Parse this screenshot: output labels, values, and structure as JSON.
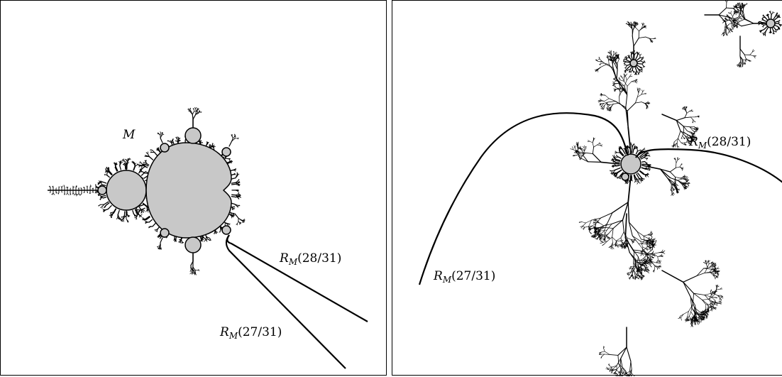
{
  "left_panel": {
    "set_label": "M",
    "ray_a": {
      "symbol": "R",
      "subscript": "M",
      "angle": "(28/31)"
    },
    "ray_b": {
      "symbol": "R",
      "subscript": "M",
      "angle": "(27/31)"
    }
  },
  "right_panel": {
    "ray_a": {
      "symbol": "R",
      "subscript": "M",
      "angle": "(28/31)"
    },
    "ray_b": {
      "symbol": "R",
      "subscript": "M",
      "angle": "(27/31)"
    }
  },
  "colors": {
    "set_fill": "#c8c8c8",
    "outline": "#000000",
    "background": "#ffffff"
  }
}
